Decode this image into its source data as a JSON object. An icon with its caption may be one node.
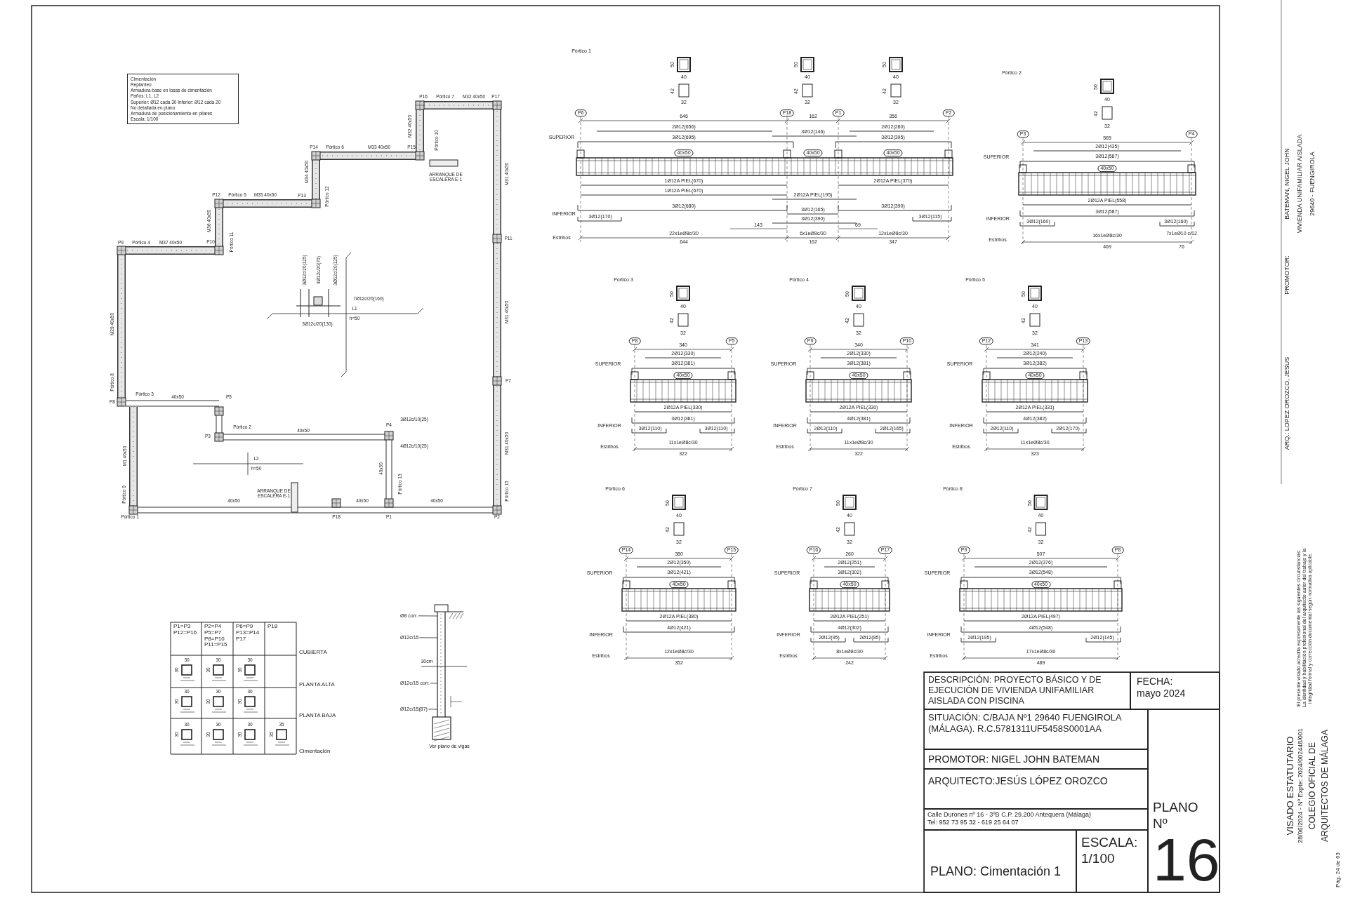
{
  "diagram": {
    "nodes": [
      {
        "text": [
          "Cimentación",
          "Replanteo",
          "Armadura base en losas de cimentación",
          "Paños: L1, L2",
          "Superior: Ø12 cada 30   Inferior: Ø12 cada 20",
          "No detallada en plano",
          "Armadura de posicionamiento en pilares",
          "Escala: 1/100"
        ]
      },
      {
        "text": [
          "Ø8 corr."
        ]
      },
      {
        "text": [
          "Ø12c/15"
        ]
      },
      {
        "text": [
          "Ø12c/15 corr."
        ]
      },
      {
        "text": [
          "Ø12c/15(87)"
        ]
      },
      {
        "text": [
          "DESCRIPCIÓN: PROYECTO BÁSICO Y DE EJECUCIÓN DE VIVIENDA UNIFAMILIAR AISLADA CON PISCINA"
        ]
      },
      {
        "text": [
          "FECHA:",
          "mayo 2024"
        ]
      },
      {
        "text": [
          "SITUACIÓN: C/BAJA Nº1 29640 FUENGIROLA (MÁLAGA). R.C.5781311UF5458S0001AA"
        ]
      },
      {
        "text": [
          "PROMOTOR: NIGEL JOHN BATEMAN"
        ]
      },
      {
        "text": [
          "ARQUITECTO:JESÚS LÓPEZ OROZCO"
        ]
      },
      {
        "text": [
          "Calle Durones nº 16 - 3ºB   C.P. 29.200   Antequera (Málaga)",
          "Tel: 952 73 95 32 - 619 25 64 07"
        ]
      },
      {
        "text": [
          "PLANO: Cimentación 1"
        ]
      },
      {
        "text": [
          "ESCALA:",
          "1/100"
        ]
      },
      {
        "text": [
          "PLANO Nº",
          "16"
        ]
      }
    ],
    "edges": [
      {
        "from": 1,
        "to": null,
        "arrow": "none"
      },
      {
        "from": 2,
        "to": null,
        "arrow": "none"
      },
      {
        "from": 3,
        "to": null,
        "arrow": "none"
      },
      {
        "from": 4,
        "to": null,
        "arrow": "none"
      }
    ],
    "labels": [
      "P16",
      "Pórtico 7",
      "M32 40x50",
      "P17",
      "M32 40x50",
      "Pórtico 10",
      "ARRANQUE DE ESCALERA E-1",
      "P14",
      "Pórtico 6",
      "M33 40x50",
      "P15",
      "M34 40x50",
      "P13",
      "Pórtico 12",
      "P12",
      "Pórtico 5",
      "M35 40x50",
      "M36 40x50",
      "P10",
      "Pórtico 11",
      "P9",
      "Pórtico 4",
      "M37 40x50",
      "M31 40x50",
      "P11",
      "M31 40x50",
      "P7",
      "M31 40x50",
      "Pórtico 15",
      "3Ø12c/20(125)",
      "3Ø12c/20(70)",
      "3Ø12c/20(125)",
      "7Ø12c/20(160)",
      "L1",
      "h=50",
      "3Ø12c/20(130)",
      "M29 40x50",
      "Pórtico 8",
      "Pórtico 3",
      "P8",
      "40x50",
      "P5",
      "Pórtico 2",
      "3Ø12c/10(25)",
      "P3",
      "P4",
      "40x50",
      "4Ø12c/10(25)",
      "M1 40x50",
      "L2",
      "h=50",
      "40x50",
      "Pórtico 13",
      "ARRANQUE DE ESCALERA E-1",
      "Pórtico 9",
      "40x50",
      "40x50",
      "40x50",
      "Pórtico 1",
      "P18",
      "P1",
      "P2",
      "Pórtico 1",
      "50",
      "40",
      "42",
      "32",
      "50",
      "40",
      "42",
      "32",
      "50",
      "40",
      "42",
      "32",
      "P6",
      "P18",
      "P1",
      "P2",
      "646",
      "162",
      "356",
      "2Ø12(656)",
      "2Ø12(280)",
      "3Ø12(146)",
      "SUPERIOR",
      "3Ø12(695)",
      "3Ø12(395)",
      "40x50",
      "40x50",
      "40x50",
      "1Ø12A PIEL(670)",
      "2Ø12A PIEL(370)",
      "1Ø12A PIEL(670)",
      "2Ø12A PIEL(195)",
      "3Ø12(680)",
      "3Ø12(390)",
      "3Ø12(165)",
      "INFERIOR",
      "3Ø12(170)",
      "3Ø12(115)",
      "3Ø12(390)",
      "143",
      "69",
      "Estribos",
      "22x1eØ8c/30",
      "6x1eØ8c/30",
      "12x1eØ8c/30",
      "644",
      "162",
      "347",
      "Pórtico 2",
      "50",
      "40",
      "42",
      "32",
      "P3",
      "P4",
      "565",
      "2Ø12(435)",
      "SUPERIOR",
      "3Ø12(587)",
      "40x50",
      "2Ø12A PIEL(558)",
      "3Ø12(587)",
      "INFERIOR",
      "3Ø12(160)",
      "3Ø12(160)",
      "16x1eØ8c/30",
      "7x1eØ10 c/12",
      "Estribos",
      "469",
      "76",
      "Pórtico 3",
      "50",
      "40",
      "42",
      "32",
      "P8",
      "P5",
      "340",
      "2Ø12(330)",
      "SUPERIOR",
      "3Ø12(381)",
      "40x50",
      "2Ø12A PIEL(330)",
      "3Ø12(381)",
      "INFERIOR",
      "3Ø12(110)",
      "3Ø12(110)",
      "11x1eØ8c/30",
      "Estribos",
      "322",
      "Pórtico 4",
      "50",
      "40",
      "42",
      "32",
      "P9",
      "P10",
      "340",
      "2Ø12(330)",
      "SUPERIOR",
      "3Ø12(381)",
      "40x50",
      "2Ø12A PIEL(330)",
      "4Ø12(381)",
      "INFERIOR",
      "2Ø12(110)",
      "2Ø12(165)",
      "11x1eØ8c/30",
      "Estribos",
      "322",
      "Pórtico 5",
      "50",
      "40",
      "42",
      "32",
      "P12",
      "P13",
      "341",
      "2Ø12(240)",
      "SUPERIOR",
      "3Ø12(382)",
      "40x50",
      "2Ø12A PIEL(331)",
      "4Ø12(382)",
      "INFERIOR",
      "2Ø12(110)",
      "2Ø12(170)",
      "11x1eØ8c/30",
      "Estribos",
      "323",
      "Pórtico 6",
      "50",
      "40",
      "42",
      "32",
      "P14",
      "P15",
      "380",
      "2Ø12(350)",
      "SUPERIOR",
      "3Ø12(421)",
      "40x50",
      "2Ø12A PIEL(380)",
      "4Ø12(421)",
      "INFERIOR",
      "12x1eØ8c/30",
      "Estribos",
      "352",
      "Pórtico 7",
      "50",
      "40",
      "42",
      "32",
      "P16",
      "P17",
      "260",
      "2Ø12(251)",
      "SUPERIOR",
      "3Ø12(302)",
      "40x50",
      "2Ø12A PIEL(251)",
      "4Ø12(302)",
      "INFERIOR",
      "2Ø12(95)",
      "2Ø12(85)",
      "8x1eØ8c/30",
      "Estribos",
      "242",
      "Pórtico 8",
      "50",
      "40",
      "42",
      "32",
      "P9",
      "P8",
      "507",
      "2Ø12(376)",
      "SUPERIOR",
      "3Ø12(548)",
      "40x50",
      "2Ø12A PIEL(497)",
      "4Ø12(548)",
      "INFERIOR",
      "2Ø12(195)",
      "2Ø12(145)",
      "17x1eØ8c/30",
      "Estribos",
      "489",
      "P1=P3 P12=P16",
      "P2=P4 P5=P7 P8=P10 P11=P15",
      "P6=P9 P13=P14 P17",
      "P18",
      "CUBIERTA",
      "30",
      "30",
      "30",
      "30",
      "30",
      "30",
      "PLANTA ALTA",
      "30",
      "30",
      "30",
      "30",
      "30",
      "30",
      "PLANTA BAJA",
      "30",
      "30",
      "30",
      "30",
      "30",
      "30",
      "35",
      "35",
      "Cimentación",
      "30cm",
      "Ver plano de vigas",
      "BATEMAN, NIGEL JOHN",
      "VIVIENDA UNIFAMILIAR AISLADA",
      "29640 - FUENGIROLA",
      "PROMOTOR:",
      "ARQ.: LOPEZ OROZCO, JESUS",
      "El presente visado acredita expresamente las siguientes circunstancias: La identidad y habilitación profesional del arquitecto autor del trabajo y la integridad formal y corrección documental según normativa aplicable.",
      "VISADO ESTATUTARIO",
      "28/06/2024 - Nº Expte: 2024/002448/001",
      "COLEGIO OFICIAL DE",
      "ARQUITECTOS DE MÁLAGA",
      "Pág. 24 de 63"
    ]
  }
}
